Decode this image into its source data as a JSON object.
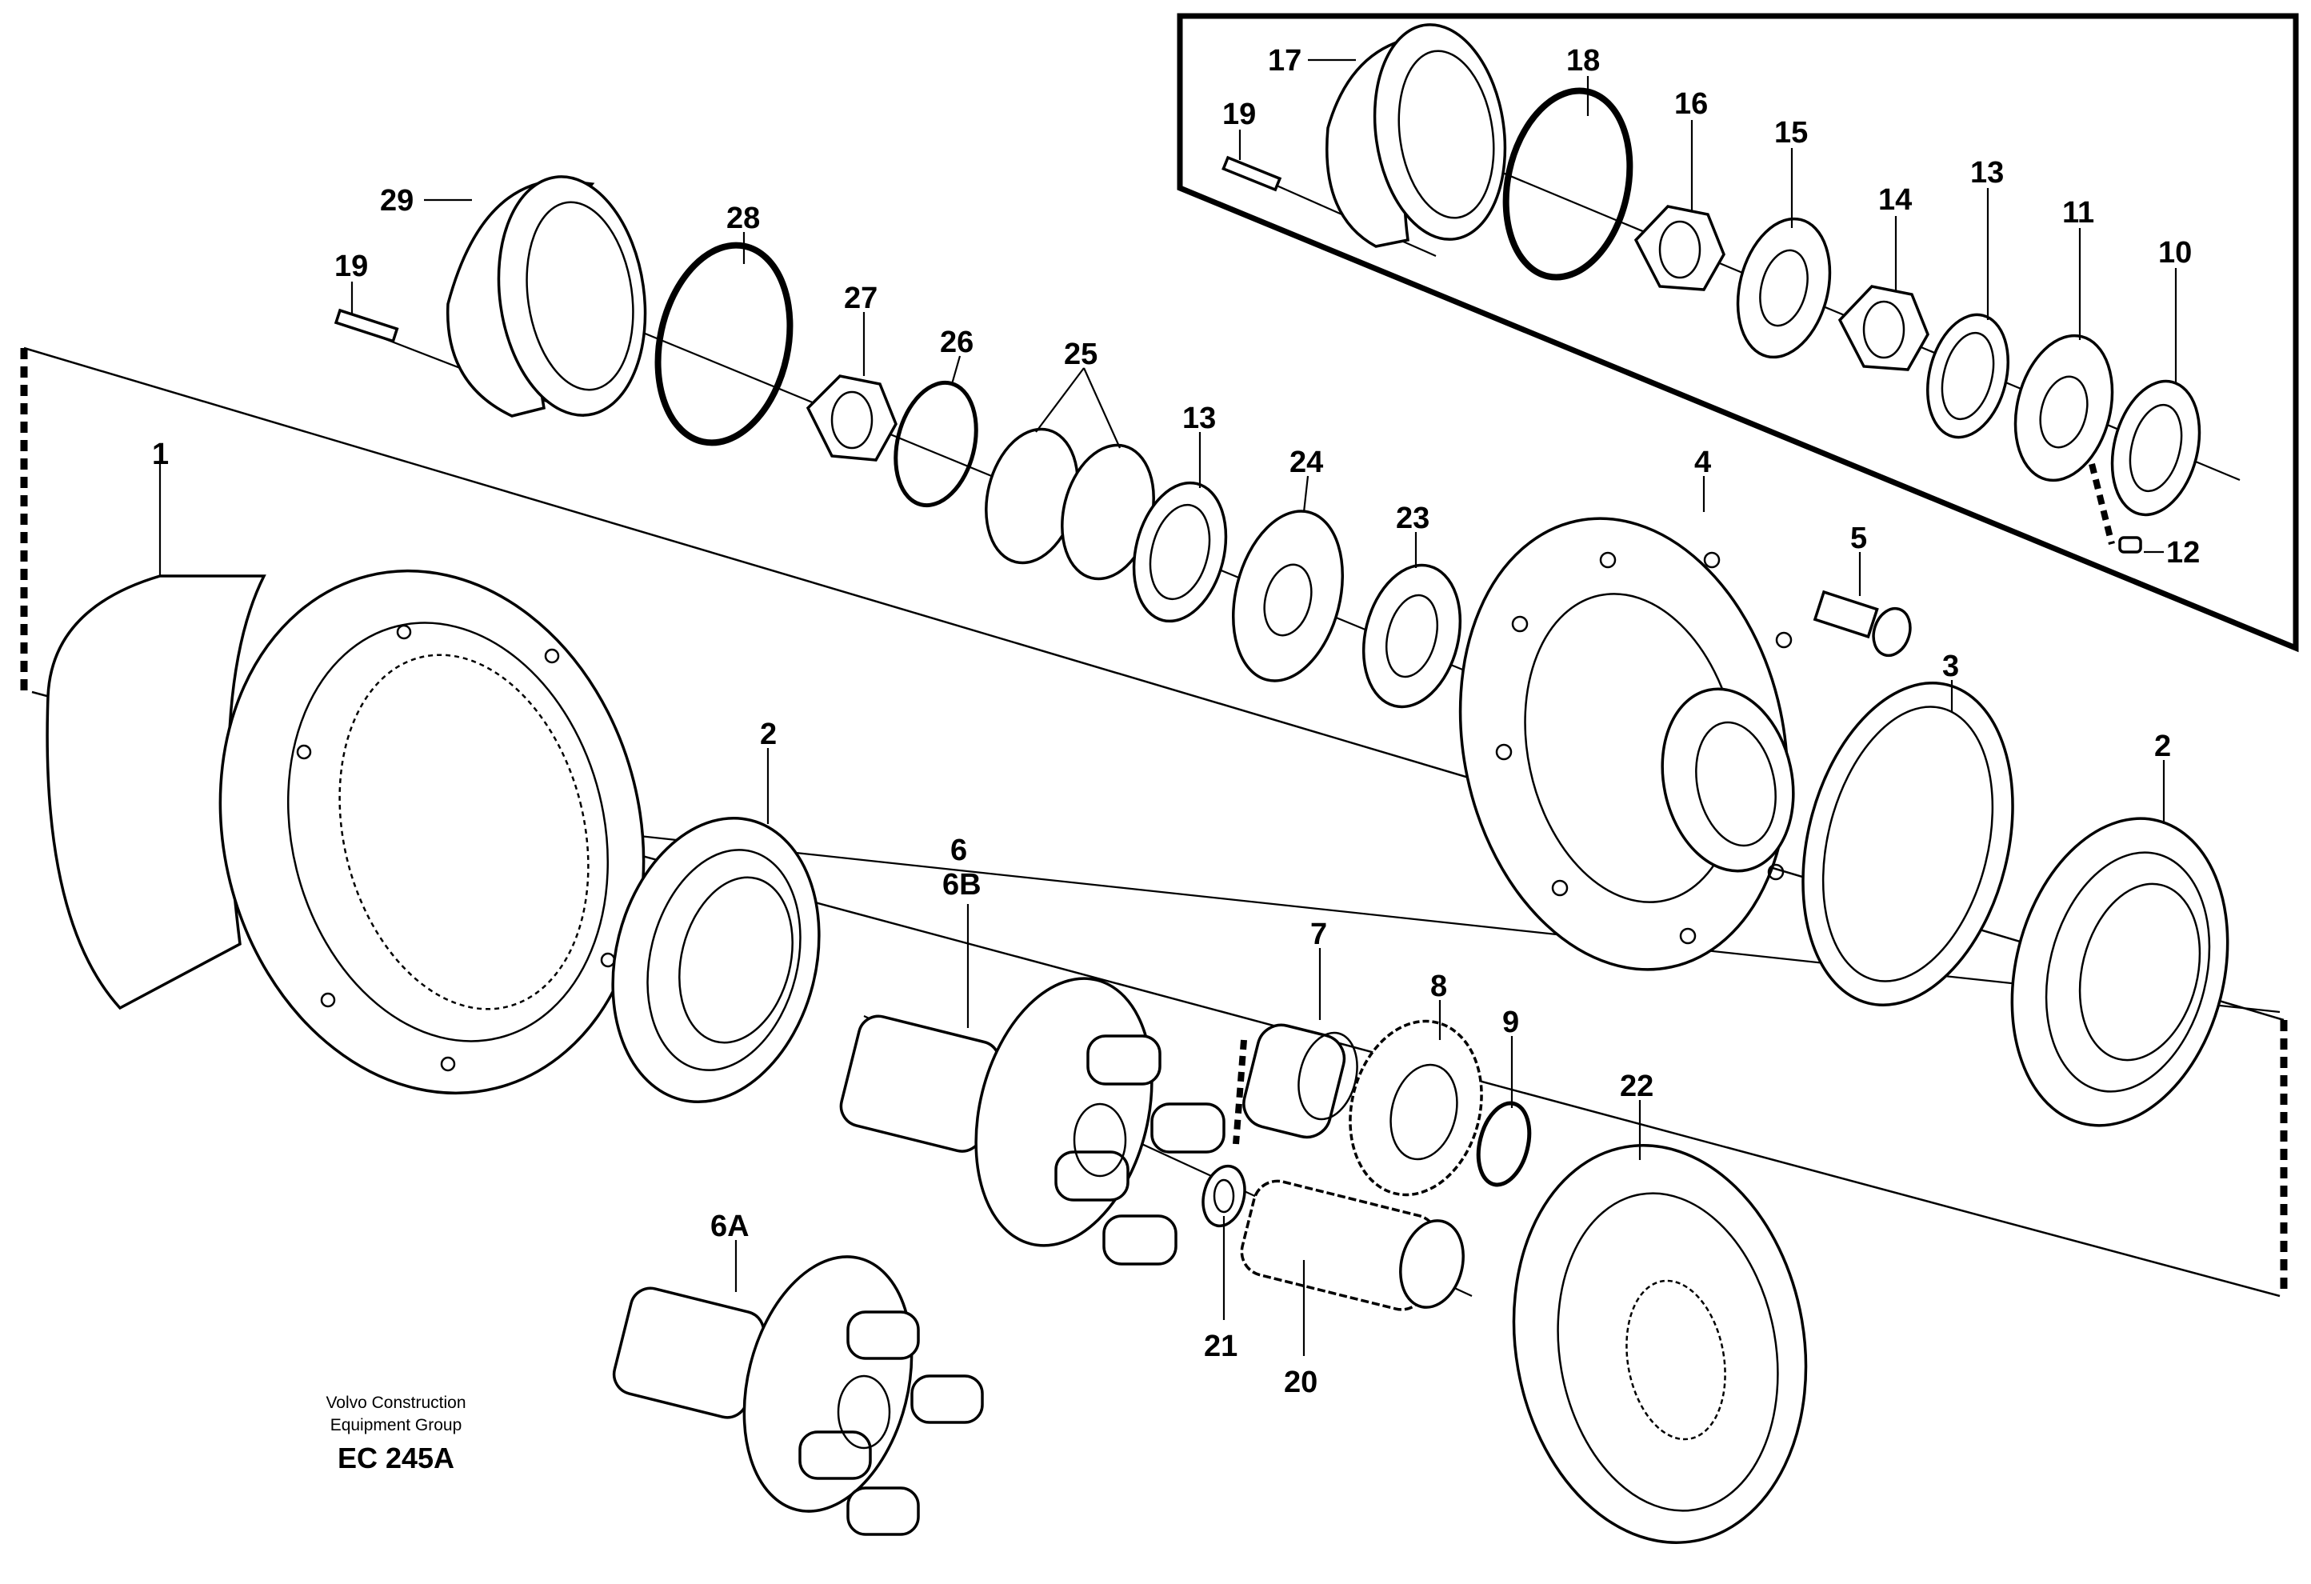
{
  "labels": {
    "l1": "1",
    "l2a": "2",
    "l2b": "2",
    "l3": "3",
    "l4": "4",
    "l5": "5",
    "l6": "6",
    "l6b": "6B",
    "l6a": "6A",
    "l7": "7",
    "l8": "8",
    "l9": "9",
    "l10": "10",
    "l11": "11",
    "l12": "12",
    "l13a": "13",
    "l13b": "13",
    "l14": "14",
    "l15": "15",
    "l16": "16",
    "l17": "17",
    "l18": "18",
    "l19a": "19",
    "l19b": "19",
    "l20": "20",
    "l21": "21",
    "l22": "22",
    "l23": "23",
    "l24": "24",
    "l25": "25",
    "l26": "26",
    "l27": "27",
    "l28": "28",
    "l29": "29"
  },
  "credit": {
    "line1": "Volvo Construction",
    "line2": "Equipment Group",
    "code": "EC 245A"
  }
}
